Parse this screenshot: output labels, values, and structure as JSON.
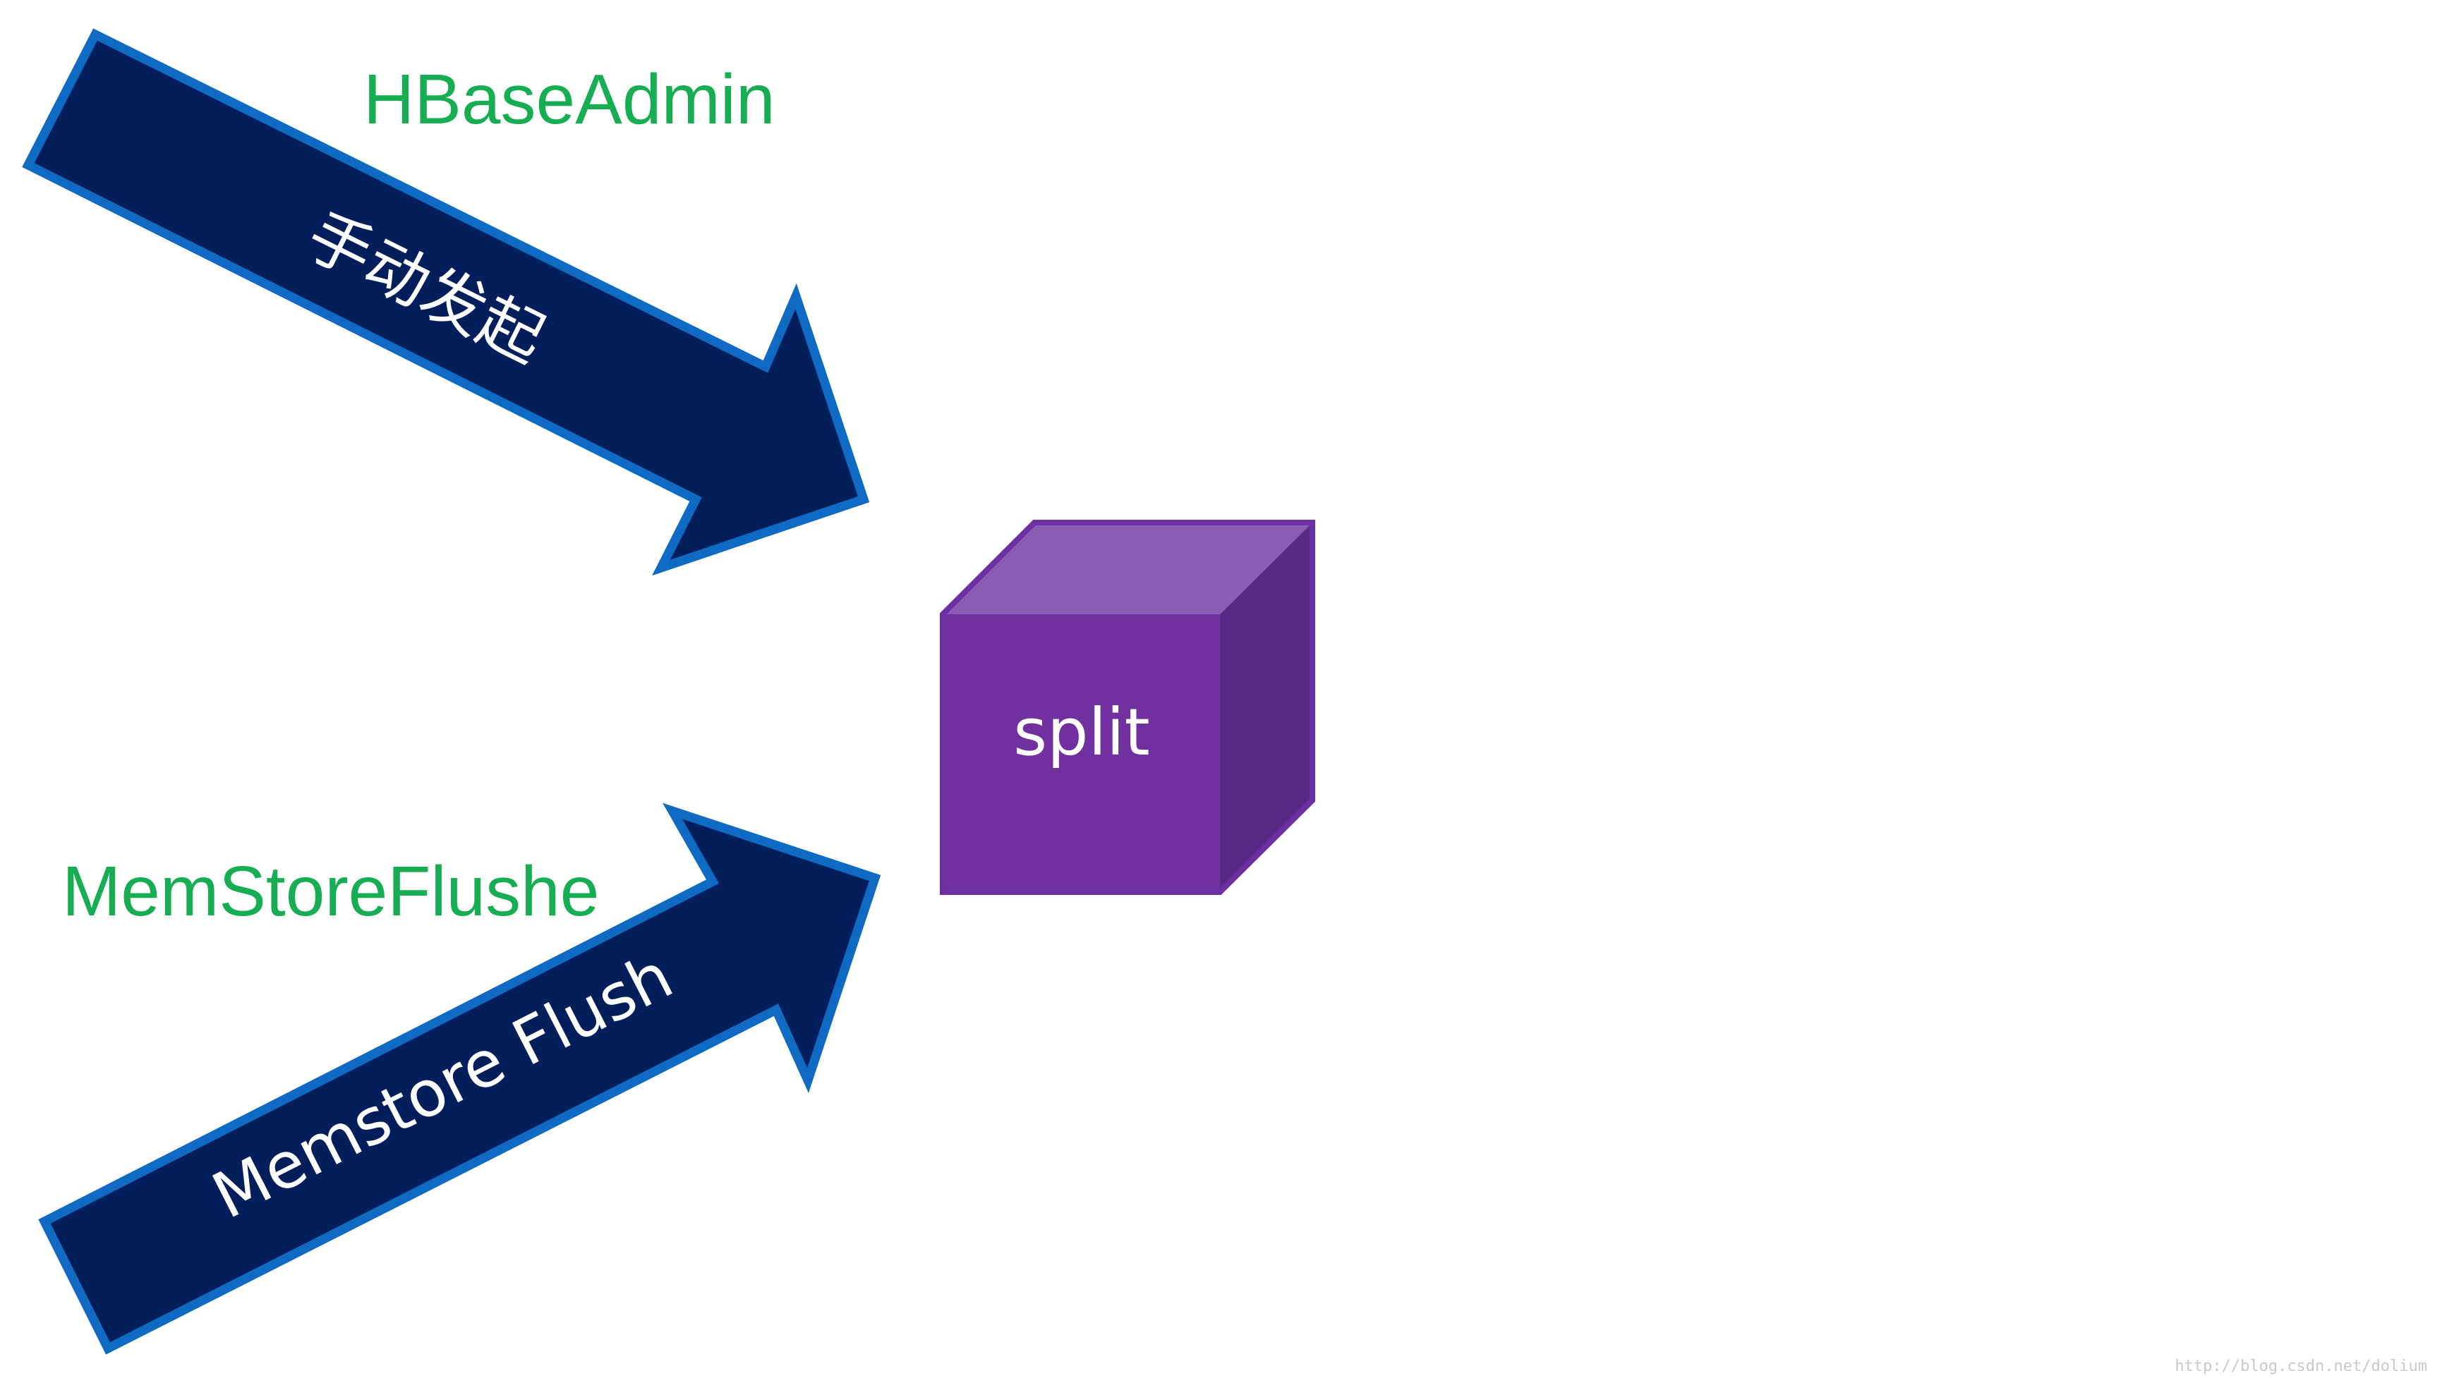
{
  "diagram": {
    "sources": {
      "admin": {
        "label": "HBaseAdmin",
        "arrow_text": "手动发起"
      },
      "flusher": {
        "label": "MemStoreFlushe",
        "arrow_text": "Memstore Flush"
      }
    },
    "target": {
      "label": "split"
    },
    "watermark": "http://blog.csdn.net/dolium"
  },
  "colors": {
    "arrow_fill": "#021f5c",
    "arrow_outline": "#0f6ac4",
    "source_label": "#17ad52",
    "cube_front": "#7030a0",
    "cube_top": "#8a5cb4",
    "cube_side": "#582a86"
  }
}
